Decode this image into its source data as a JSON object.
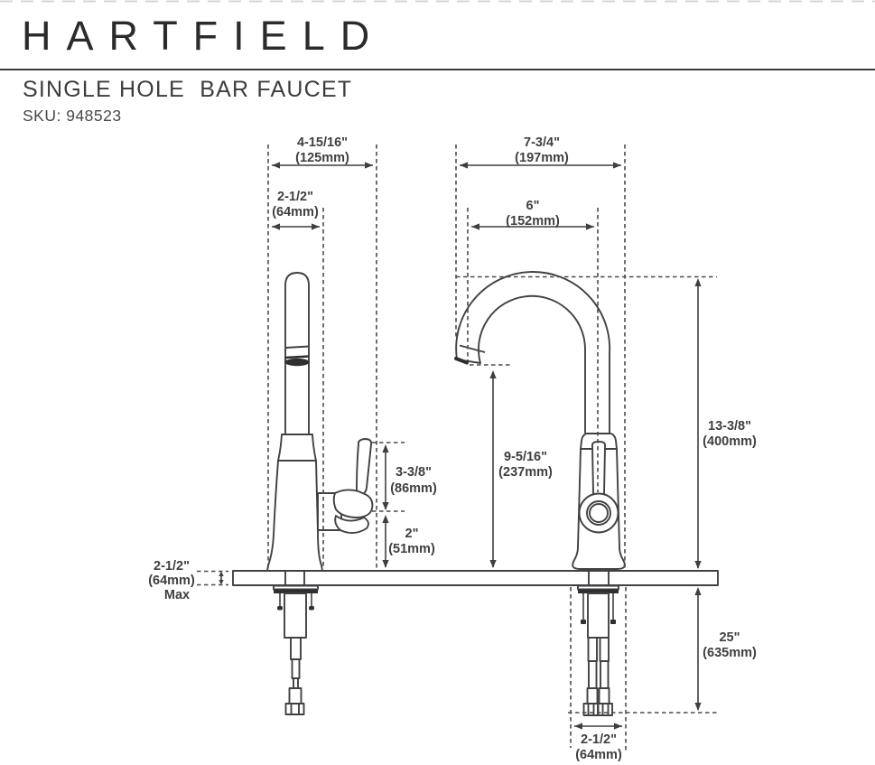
{
  "colors": {
    "ink": "#414144",
    "label_text": "#3d3f42",
    "dark_fill": "#2f2f31",
    "brand_text": "#2b2b2d",
    "rule": "#39393b"
  },
  "header": {
    "brand": "HARTFIELD",
    "subtitle": "SINGLE HOLE  BAR FAUCET",
    "sku": "SKU: 948523"
  },
  "diagram": {
    "dims": {
      "overall_depth": {
        "in": "4-15/16\"",
        "mm": "(125mm)"
      },
      "spout_offset": {
        "in": "2-1/2\"",
        "mm": "(64mm)"
      },
      "overall_width": {
        "in": "7-3/4\"",
        "mm": "(197mm)"
      },
      "spout_reach": {
        "in": "6\"",
        "mm": "(152mm)"
      },
      "handle_height": {
        "in": "3-3/8\"",
        "mm": "(86mm)"
      },
      "body_height": {
        "in": "2\"",
        "mm": "(51mm)"
      },
      "spout_clearance": {
        "in": "9-5/16\"",
        "mm": "(237mm)"
      },
      "overall_height": {
        "in": "13-3/8\"",
        "mm": "(400mm)"
      },
      "deck_thickness": {
        "in": "2-1/2\"",
        "mm": "(64mm)",
        "note": "Max"
      },
      "supply_length": {
        "in": "25\"",
        "mm": "(635mm)"
      },
      "shank_width": {
        "in": "2-1/2\"",
        "mm": "(64mm)"
      }
    }
  }
}
